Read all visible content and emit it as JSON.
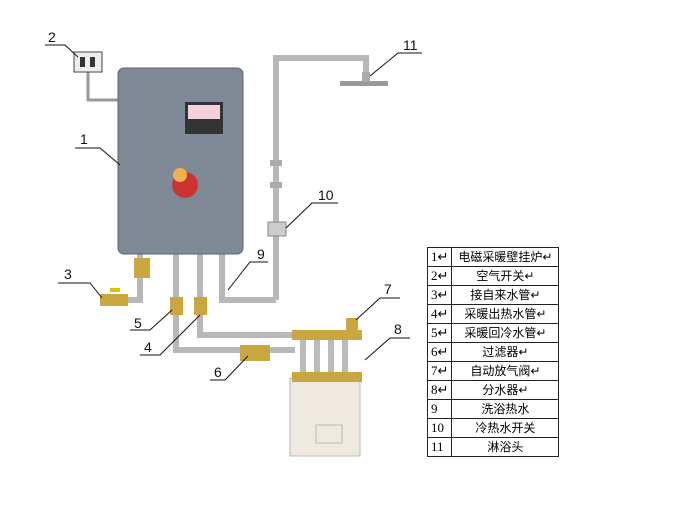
{
  "callouts": [
    "1",
    "2",
    "3",
    "4",
    "5",
    "6",
    "7",
    "8",
    "9",
    "10",
    "11"
  ],
  "legend": [
    {
      "num": "1↵",
      "name": "电磁采暖壁挂炉↵"
    },
    {
      "num": "2↵",
      "name": "空气开关↵"
    },
    {
      "num": "3↵",
      "name": "接自来水管↵"
    },
    {
      "num": "4↵",
      "name": "采暖出热水管↵"
    },
    {
      "num": "5↵",
      "name": "采暖回冷水管↵"
    },
    {
      "num": "6↵",
      "name": "过滤器↵"
    },
    {
      "num": "7↵",
      "name": "自动放气阀↵"
    },
    {
      "num": "8↵",
      "name": "分水器↵"
    },
    {
      "num": "9",
      "name": "洗浴热水"
    },
    {
      "num": "10",
      "name": "冷热水开关"
    },
    {
      "num": "11",
      "name": "淋浴头"
    }
  ],
  "colors": {
    "boiler": "#7f8a96",
    "pipe": "#d8d8d8",
    "valve": "#c9a640"
  }
}
